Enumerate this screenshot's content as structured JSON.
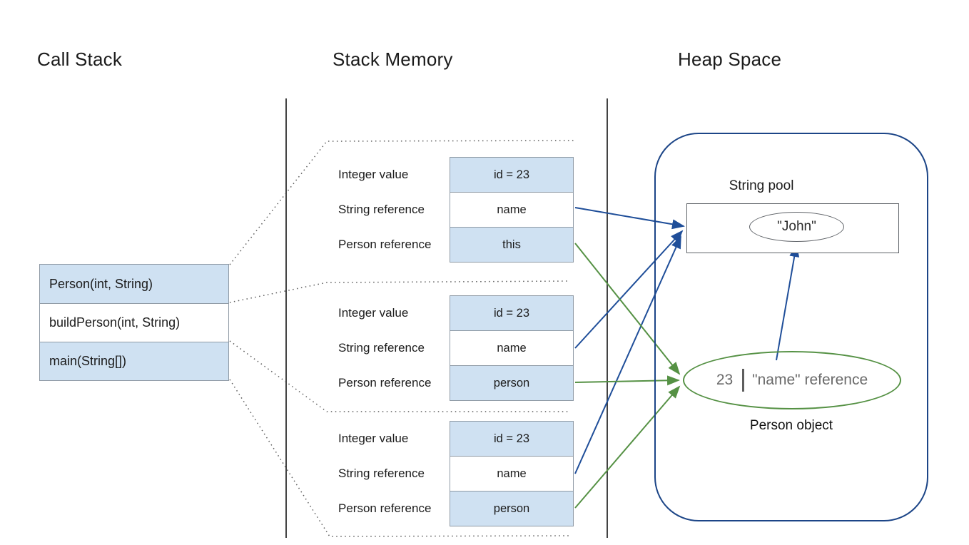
{
  "titles": {
    "call_stack": "Call Stack",
    "stack_memory": "Stack Memory",
    "heap_space": "Heap Space"
  },
  "call_stack": {
    "frames": [
      {
        "label": "Person(int, String)"
      },
      {
        "label": "buildPerson(int, String)"
      },
      {
        "label": "main(String[])"
      }
    ]
  },
  "stack_memory": {
    "frames": [
      {
        "rows": [
          {
            "label": "Integer value",
            "value": "id = 23"
          },
          {
            "label": "String reference",
            "value": "name"
          },
          {
            "label": "Person reference",
            "value": "this"
          }
        ]
      },
      {
        "rows": [
          {
            "label": "Integer value",
            "value": "id = 23"
          },
          {
            "label": "String reference",
            "value": "name"
          },
          {
            "label": "Person reference",
            "value": "person"
          }
        ]
      },
      {
        "rows": [
          {
            "label": "Integer value",
            "value": "id = 23"
          },
          {
            "label": "String reference",
            "value": "name"
          },
          {
            "label": "Person reference",
            "value": "person"
          }
        ]
      }
    ]
  },
  "heap": {
    "string_pool": {
      "label": "String pool",
      "string_value": "\"John\""
    },
    "person_object": {
      "id_value": "23",
      "reference_text": "\"name\" reference",
      "caption": "Person object"
    }
  },
  "colors": {
    "arrow_blue": "#1f4e99",
    "arrow_green": "#559144",
    "box_fill": "#cfe1f2",
    "box_border": "#8f9aa5",
    "heap_border": "#1c4587",
    "divider": "#434343",
    "dotted": "#5b5b5b",
    "gray_text": "#6a6a6a"
  }
}
